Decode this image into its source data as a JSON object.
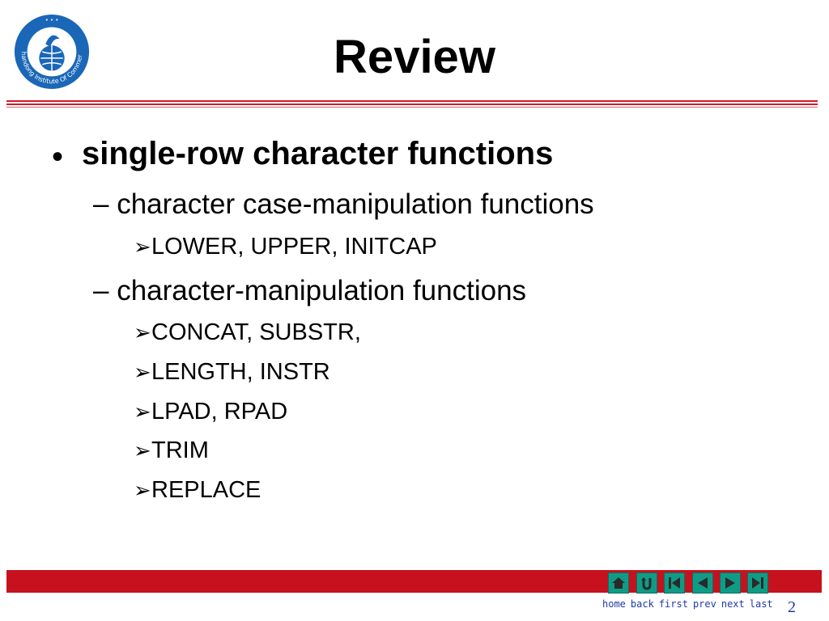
{
  "slide": {
    "title": "Review",
    "page_number": "2"
  },
  "logo": {
    "text": "Shandong Institute Of Commerce",
    "color": "#1a67b8"
  },
  "content": {
    "level1": "single-row character functions",
    "case_group": {
      "label": "character case-manipulation functions",
      "items": [
        "LOWER, UPPER, INITCAP"
      ]
    },
    "manip_group": {
      "label": "character-manipulation functions",
      "items": [
        "CONCAT, SUBSTR,",
        "LENGTH, INSTR",
        "LPAD, RPAD",
        "TRIM",
        "REPLACE"
      ]
    }
  },
  "nav": {
    "labels": [
      "home",
      "back",
      "first",
      "prev",
      "next",
      "last"
    ],
    "icons": [
      "home-icon",
      "back-icon",
      "first-icon",
      "prev-icon",
      "next-icon",
      "last-icon"
    ]
  },
  "colors": {
    "accent_red": "#c8111e",
    "nav_teal": "#0f9c86",
    "link_blue": "#1f3aa8"
  }
}
